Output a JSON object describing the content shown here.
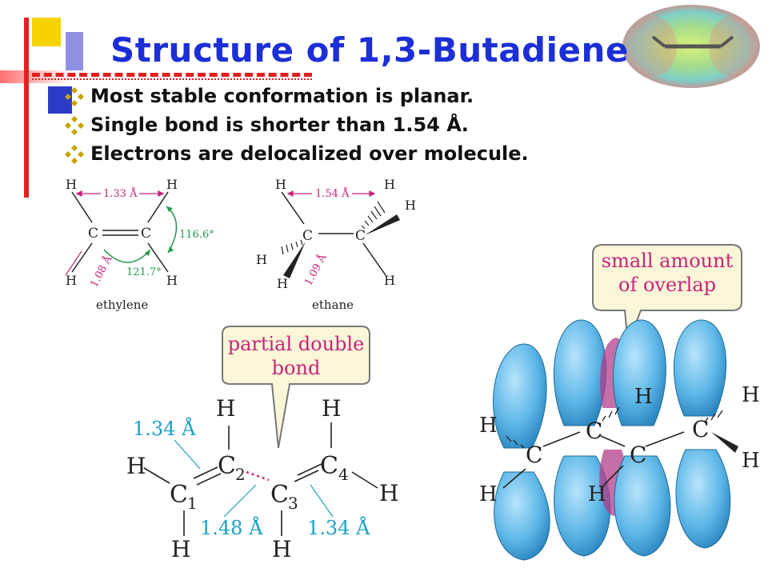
{
  "slide": {
    "title": "Structure of 1,3-Butadiene",
    "bullets": [
      "Most stable conformation is planar.",
      "Single bond is shorter than 1.54 Å.",
      "Electrons are delocalized over molecule."
    ]
  },
  "ethylene": {
    "name": "ethylene",
    "atom_h": "H",
    "atom_c": "C",
    "bond_cc": "1.33 Å",
    "bond_ch": "1.08 Å",
    "angle_hch": "116.6°",
    "angle_hcc": "121.7°"
  },
  "ethane": {
    "name": "ethane",
    "atom_h": "H",
    "atom_c": "C",
    "bond_cc": "1.54 Å",
    "bond_ch": "1.09 Å"
  },
  "butadiene": {
    "callout": [
      "partial double",
      "bond"
    ],
    "atom_h": "H",
    "atom_c": "C",
    "subscripts": [
      "1",
      "2",
      "3",
      "4"
    ],
    "bond_c1c2": "1.34 Å",
    "bond_c2c3": "1.48 Å",
    "bond_c3c4": "1.34 Å"
  },
  "orbital": {
    "callout": [
      "small amount",
      "of overlap"
    ],
    "atom_h": "H",
    "atom_c": "C"
  },
  "colors": {
    "title": "#1c2fd6",
    "magenta": "#c8237a",
    "green": "#1f9a4a",
    "cyan": "#1aa0c8",
    "orbital_blue": "#5fb8e8",
    "callout_fill": "#fbf6d8"
  }
}
